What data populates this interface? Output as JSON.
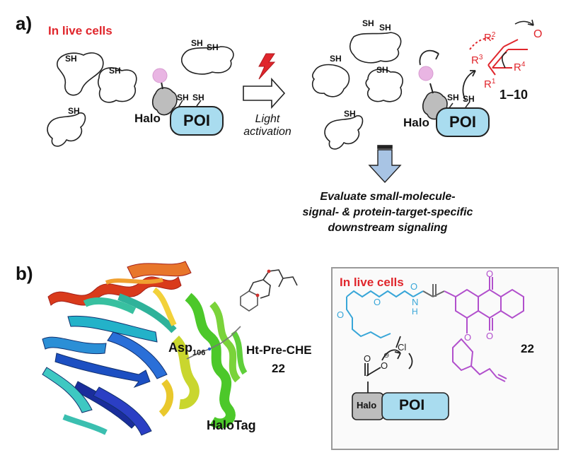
{
  "panel_a": {
    "label": "a)",
    "context": "In live cells",
    "sh": "SH",
    "halo": "Halo",
    "poi": "POI",
    "light_line1": "Light",
    "light_line2": "activation",
    "r2": "R",
    "r2_sup": "2",
    "r3": "R",
    "r3_sup": "3",
    "r4": "R",
    "r4_sup": "4",
    "r1": "R",
    "r1_sup": "1",
    "oxygen": "O",
    "compound_range": "1–10",
    "evaluate_line1": "Evaluate small-molecule-",
    "evaluate_line2": "signal- & protein-target-specific",
    "evaluate_line3": "downstream signaling"
  },
  "panel_b": {
    "label": "b)",
    "asp": "Asp",
    "asp_sub": "106",
    "ht_pre_che": "Ht-Pre-CHE",
    "compound": "22",
    "halotag": "HaloTag",
    "inset": {
      "context": "In live cells",
      "compound": "22",
      "halo": "Halo",
      "poi": "POI",
      "o": "O",
      "n": "N",
      "h": "H",
      "cl": "Cl",
      "minus": "⊖"
    }
  },
  "colors": {
    "red": "#e0262c",
    "poi_fill": "#a9dcef",
    "linker_blue": "#38a6d8",
    "anthraquinone_purple": "#b14fcc",
    "halo_gray": "#bdbdbd",
    "arrow_blue": "#a8c4e4"
  }
}
